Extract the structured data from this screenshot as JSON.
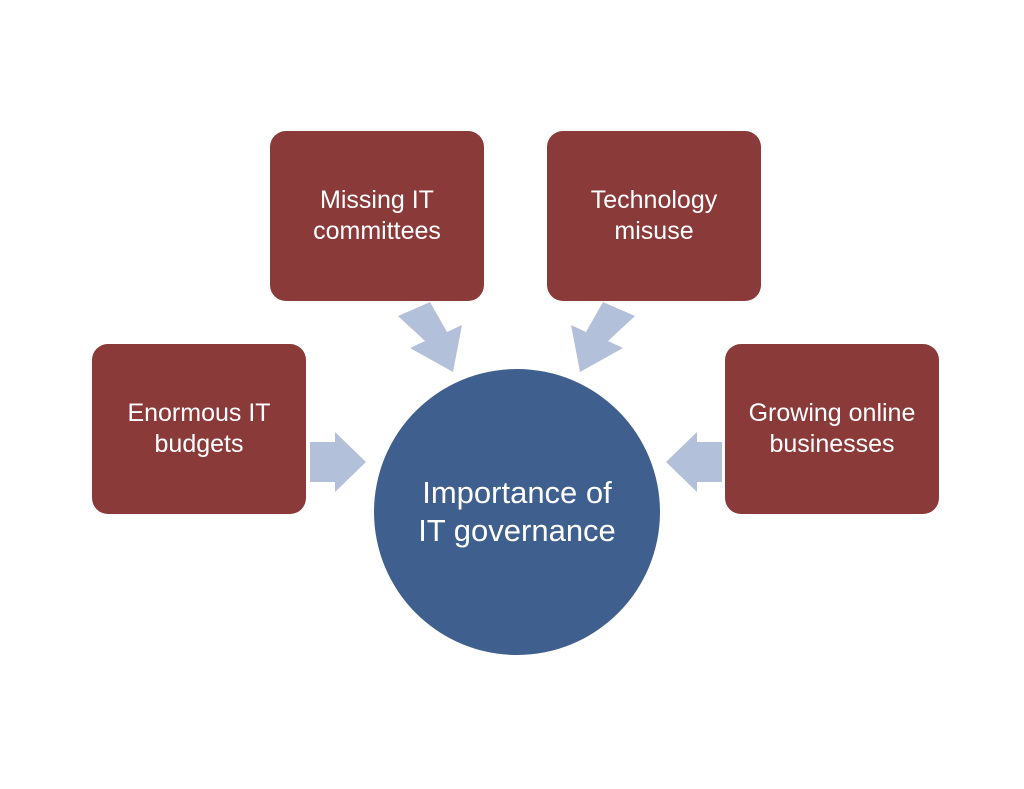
{
  "colors": {
    "box_fill": "#8b3a3a",
    "hub_fill": "#3f5f8e",
    "arrow_fill": "#b3c0d9",
    "text": "#ffffff",
    "background": "#ffffff"
  },
  "hub": {
    "label": "Importance of IT governance"
  },
  "boxes": {
    "missing_committees": {
      "label": "Missing IT committees"
    },
    "technology_misuse": {
      "label": "Technology misuse"
    },
    "enormous_budgets": {
      "label": "Enormous IT budgets"
    },
    "online_businesses": {
      "label": "Growing online businesses"
    }
  }
}
